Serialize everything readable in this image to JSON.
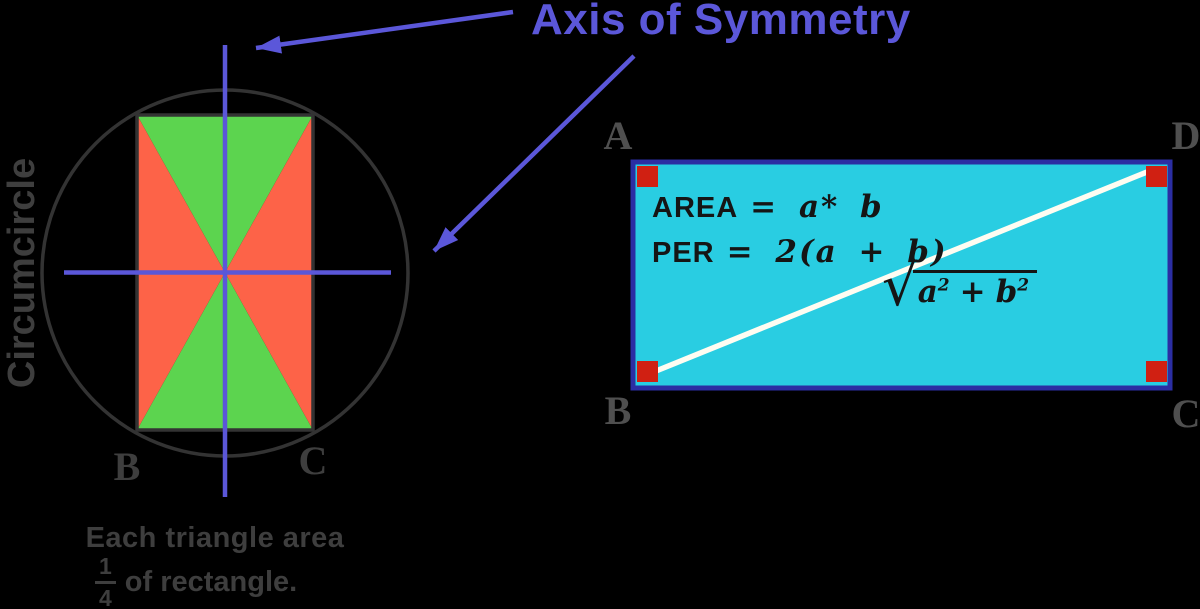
{
  "header": {
    "title": "Axis of Symmetry"
  },
  "left_figure": {
    "circle_label": "Circumcircle",
    "vertex_b": "B",
    "vertex_c": "C",
    "caption": {
      "line1": "Each triangle area",
      "fraction_numerator": "1",
      "fraction_denominator": "4",
      "line2": "of rectangle."
    }
  },
  "right_figure": {
    "vertex_a": "A",
    "vertex_d": "D",
    "vertex_b": "B",
    "vertex_c": "C",
    "area_label": "AREA",
    "area_expr": "= a* b",
    "per_label": "PER",
    "per_expr": "= 2(a + b)",
    "diagonal_formula": {
      "radical": "√",
      "a": "a",
      "a_exp": "2",
      "plus": "+",
      "b": "b",
      "b_exp": "2"
    }
  },
  "colors": {
    "background": "#000000",
    "accent_blue": "#5B57D9",
    "green": "#5CD44F",
    "orange_red": "#FD6348",
    "outline_dark": "#333333",
    "gray_text": "#3E3E3E",
    "corner_gray": "#4F4F4F",
    "cyan_fill": "#29CDE2",
    "rect_border": "#2B2EA3",
    "red_marker": "#D02012",
    "diagonal_white": "#FFFDF2",
    "formula_ink": "#151515"
  }
}
